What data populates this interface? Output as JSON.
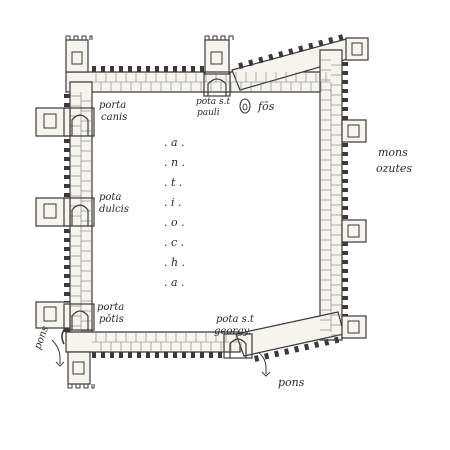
{
  "map": {
    "labels": {
      "porta_canis": [
        "porta",
        "canis"
      ],
      "porta_dulcis": [
        "pota",
        "dulcis"
      ],
      "porta_pontis": [
        "porta",
        "pōtis"
      ],
      "porta_pauli": [
        "pota s.t",
        "pauli"
      ],
      "porta_georgii": [
        "pota s.t",
        "georgy."
      ],
      "fons": "fōs",
      "mons": [
        "mons",
        "ozutes"
      ],
      "pons_left": "pons",
      "pons_bottom": "pons"
    },
    "center_letters": [
      ". a .",
      ". n .",
      ". t .",
      ". i .",
      ". o .",
      ". c .",
      ". h .",
      ". a ."
    ],
    "colors": {
      "ink": "#3a3a3a",
      "wall_fill": "#f7f4ee",
      "gate_fill": "#ffffff"
    }
  }
}
